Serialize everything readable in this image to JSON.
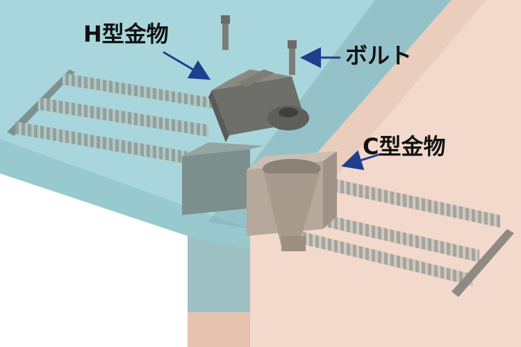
{
  "labels": {
    "h_fitting": "H型金物",
    "bolt": "ボルト",
    "c_fitting": "C型金物"
  },
  "colors": {
    "left_block": "#a9d6dc",
    "right_block": "#f2d9cc",
    "h_fitting": "#6e6e6a",
    "c_fitting": "#b6a89b",
    "rebar_ladder": "#8ea29f",
    "arrow": "#1f3f8f"
  }
}
